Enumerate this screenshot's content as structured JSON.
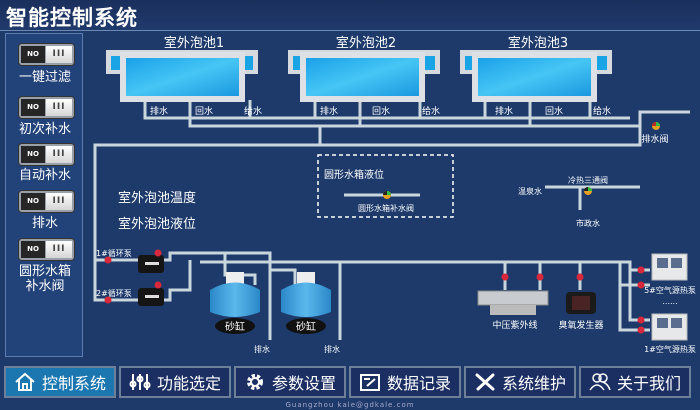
{
  "header": {
    "title": "智能控制系统"
  },
  "sidebar": {
    "switches": [
      {
        "state": "NO",
        "label": "一键过滤"
      },
      {
        "state": "NO",
        "label": "初次补水"
      },
      {
        "state": "NO",
        "label": "自动补水"
      },
      {
        "state": "NO",
        "label": "排水"
      },
      {
        "state": "NO",
        "label": "圆形水箱\n补水阀",
        "label_line1": "圆形水箱",
        "label_line2": "补水阀"
      }
    ],
    "switch_grip": "III"
  },
  "pools": [
    {
      "name": "室外泡池1",
      "outlets": [
        "排水",
        "回水",
        "给水"
      ]
    },
    {
      "name": "室外泡池2",
      "outlets": [
        "排水",
        "回水",
        "给水"
      ]
    },
    {
      "name": "室外泡池3",
      "outlets": [
        "排水",
        "回水",
        "给水"
      ]
    }
  ],
  "readouts": {
    "temperature_label": "室外泡池温度",
    "level_label": "室外泡池液位"
  },
  "tank_box": {
    "title": "圆形水箱液位",
    "valve_label": "圆形水箱补水阀"
  },
  "drain_valve": "排水阀",
  "mixing": {
    "valve_label": "冷热三通阀",
    "hot_label": "温泉水",
    "cold_label": "市政水"
  },
  "pumps": [
    "1#循环泵",
    "2#循环泵"
  ],
  "filters": [
    {
      "label": "砂缸",
      "drain": "排水"
    },
    {
      "label": "砂缸",
      "drain": "排水"
    }
  ],
  "equipment": {
    "uv": "中压紫外线",
    "ozone": "臭氧发生器"
  },
  "heat_pumps": {
    "top": "5#空气源热泵",
    "ellipsis": "......",
    "bottom": "1#空气源热泵"
  },
  "nav": [
    {
      "label": "控制系统",
      "icon": "home-icon",
      "active": true
    },
    {
      "label": "功能选定",
      "icon": "sliders-icon",
      "active": false
    },
    {
      "label": "参数设置",
      "icon": "gear-icon",
      "active": false
    },
    {
      "label": "数据记录",
      "icon": "edit-record-icon",
      "active": false
    },
    {
      "label": "系统维护",
      "icon": "wrench-icon",
      "active": false
    },
    {
      "label": "关于我们",
      "icon": "users-icon",
      "active": false
    }
  ],
  "footer": {
    "text": "Guangzhou kale@gdkale.com"
  },
  "colors": {
    "background": "#1d3a6b",
    "active_nav": "#1c77b0",
    "pipe": "#c9d6dc",
    "water": "#2bb5f0",
    "valve_red": "#d8283c"
  }
}
